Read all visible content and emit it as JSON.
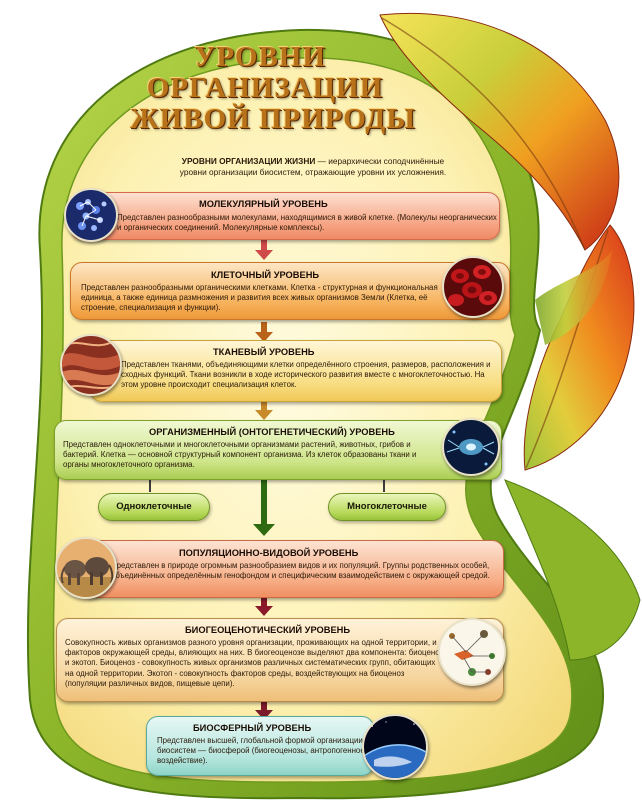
{
  "poster": {
    "title_lines": [
      "УРОВНИ",
      "ОРГАНИЗАЦИИ",
      "ЖИВОЙ ПРИРОДЫ"
    ],
    "intro_bold": "УРОВНИ ОРГАНИЗАЦИИ ЖИЗНИ",
    "intro_rest": " — иерархически соподчинённые уровни организации биосистем, отражающие уровни их усложнения.",
    "levels": [
      {
        "heading": "МОЛЕКУЛЯРНЫЙ УРОВЕНЬ",
        "text": "Представлен разнообразными молекулами, находящимися в живой клетке. (Молекулы неорганических и органических соединений. Молекулярные комплексы).",
        "image": "molecules-image"
      },
      {
        "heading": "КЛЕТОЧНЫЙ УРОВЕНЬ",
        "text": "Представлен разнообразными органическими клетками. Клетка - структурная и функциональная единица, а также единица размножения и развития всех живых организмов Земли (Клетка, её строение, специализация и функции).",
        "image": "blood-cells-image"
      },
      {
        "heading": "ТКАНЕВЫЙ УРОВЕНЬ",
        "text": "Представлен тканями, объединяющими клетки определённого строения, размеров, расположения и сходных функций. Ткани возникли в ходе исторического развития вместе с многоклеточностью.  На этом уровне происходит специализация клеток.",
        "image": "tissue-image"
      },
      {
        "heading": "ОРГАНИЗМЕННЫЙ (ОНТОГЕНЕТИЧЕСКИЙ) УРОВЕНЬ",
        "text": "Представлен одноклеточными и многоклеточными организмами растений, животных, грибов и бактерий. Клетка — основной структурный компонент организма. Из клеток образованы ткани и органы многоклеточного организма.",
        "image": "microorganism-image"
      },
      {
        "heading": "ПОПУЛЯЦИОННО-ВИДОВОЙ УРОВЕНЬ",
        "text": "Представлен в природе огромным разнообразием видов и их популяций. Группы родственных особей, объединённых определённым генофондом и специфическим взаимодействием с окружающей средой.",
        "image": "elephants-image"
      },
      {
        "heading": "БИОГЕОЦЕНОТИЧЕСКИЙ УРОВЕНЬ",
        "text": "Совокупность живых организмов разного уровня организации, проживающих на одной территории, и факторов окружающей среды, влияющих на них. В биогеоценозе выделяют два компонента: биоценоз и экотоп. Биоценоз - совокупность живых организмов различных систематических групп, обитающих на одной территории. Экотоп - совокупность факторов среды, воздействующих на биоценоз (популяции различных видов, пищевые цепи).",
        "image": "food-web-image"
      },
      {
        "heading": "БИОСФЕРНЫЙ УРОВЕНЬ",
        "text": "Представлен высшей, глобальной формой организации биосистем — биосферой (биогеоценозы, антропогенное воздействие).",
        "image": "earth-image"
      }
    ],
    "branch_left": "Одноклеточные",
    "branch_right": "Многоклеточные",
    "colors": {
      "frame_green": "#8cb52a",
      "frame_dark": "#4f7a12",
      "panel_cream": "#fdf3b8",
      "title_gold": "#b8721a",
      "leaf_red": "#d8351c",
      "leaf_orange": "#f0a021",
      "leaf_yellow": "#f5d84a"
    }
  }
}
